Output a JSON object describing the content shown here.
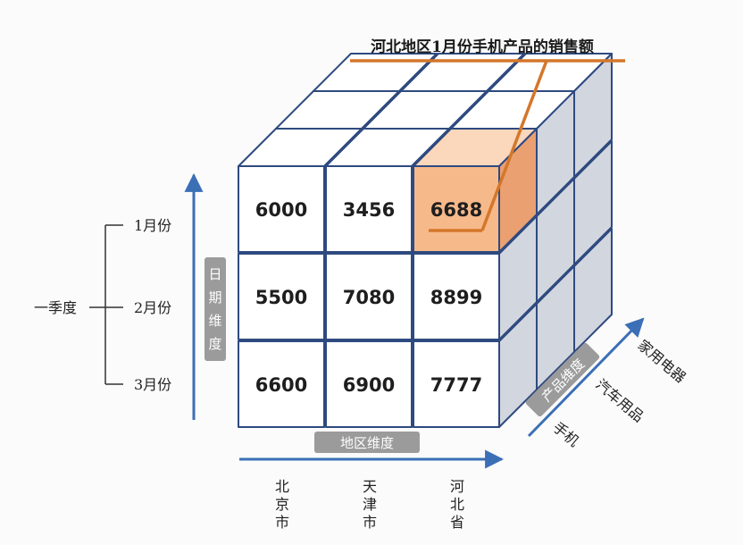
{
  "callout": {
    "text": "河北地区1月份手机产品的销售额",
    "color": "#d4772a",
    "highlight_fill": "#f6b98a"
  },
  "colors": {
    "axis": "#3b6fb6",
    "cube_stroke": "#2e4a80",
    "badge": "#9b9b9b"
  },
  "quarter": {
    "label": "一季度",
    "months": [
      "1月份",
      "2月份",
      "3月份"
    ]
  },
  "axes": {
    "date": {
      "label": "日期维度"
    },
    "region": {
      "label": "地区维度",
      "cities": [
        "北京市",
        "天津市",
        "河北省"
      ]
    },
    "product": {
      "label": "产品维度",
      "items": [
        "手机",
        "汽车用品",
        "家用电器"
      ]
    }
  },
  "grid": {
    "values": [
      [
        "6000",
        "3456",
        "6688"
      ],
      [
        "5500",
        "7080",
        "8899"
      ],
      [
        "6600",
        "6900",
        "7777"
      ]
    ],
    "highlight": {
      "row": 0,
      "col": 2
    }
  }
}
